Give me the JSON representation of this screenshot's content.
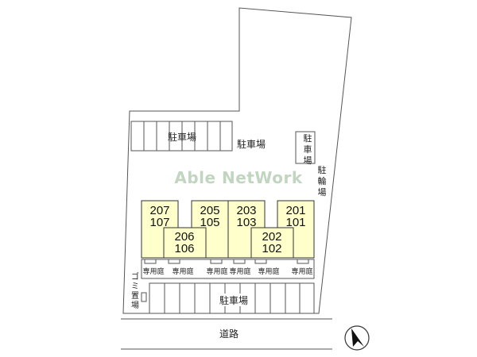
{
  "watermark": "Able NetWork",
  "labels": {
    "parking_top": "駐車場",
    "parking_mid": "駐車場",
    "parking_right": "駐車場",
    "bicycle_parking": "駐輪場",
    "garbage_area": "ゴミ置場",
    "parking_bottom": "駐車場",
    "road": "道路"
  },
  "units": [
    {
      "upper": "207",
      "lower": "107"
    },
    {
      "upper": "205",
      "lower": "105"
    },
    {
      "upper": "203",
      "lower": "103"
    },
    {
      "upper": "201",
      "lower": "101"
    },
    {
      "upper": "206",
      "lower": "106"
    },
    {
      "upper": "202",
      "lower": "102"
    }
  ],
  "private_gardens": [
    "専用庭",
    "専用庭",
    "専用庭",
    "専用庭",
    "専用庭",
    "専用庭"
  ],
  "colors": {
    "building_fill": "#ffffcc",
    "line": "#555555",
    "watermark": "#8fb38f"
  },
  "icons": [
    "north-arrow-icon"
  ]
}
